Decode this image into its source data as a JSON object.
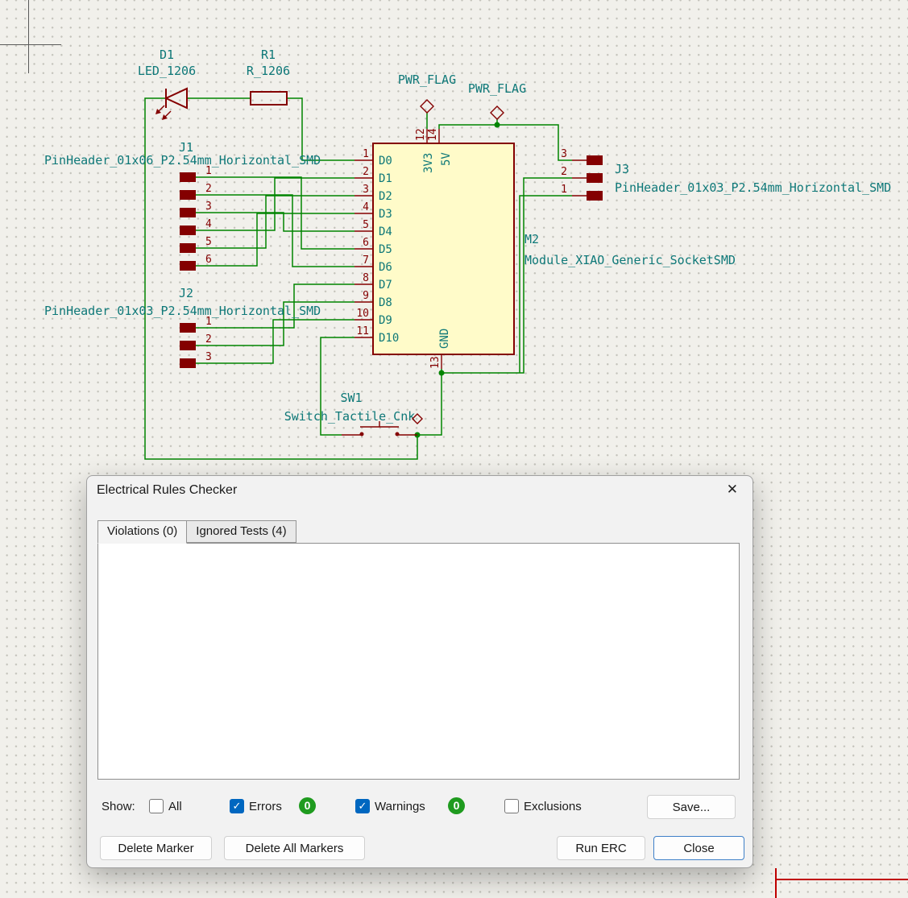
{
  "schematic": {
    "d1": {
      "ref": "D1",
      "value": "LED_1206"
    },
    "r1": {
      "ref": "R1",
      "value": "R_1206"
    },
    "pwr_flags": [
      "PWR_FLAG",
      "PWR_FLAG"
    ],
    "j1": {
      "ref": "J1",
      "value": "PinHeader_01x06_P2.54mm_Horizontal_SMD",
      "pins": [
        "1",
        "2",
        "3",
        "4",
        "5",
        "6"
      ]
    },
    "j2": {
      "ref": "J2",
      "value": "PinHeader_01x03_P2.54mm_Horizontal_SMD",
      "pins": [
        "1",
        "2",
        "3"
      ]
    },
    "j3": {
      "ref": "J3",
      "value": "PinHeader_01x03_P2.54mm_Horizontal_SMD",
      "pins": [
        "3",
        "2",
        "1"
      ]
    },
    "m2": {
      "ref": "M2",
      "value": "Module_XIAO_Generic_SocketSMD",
      "left_pin_numbers": [
        "1",
        "2",
        "3",
        "4",
        "5",
        "6",
        "7",
        "8",
        "9",
        "10",
        "11"
      ],
      "left_pin_names": [
        "D0",
        "D1",
        "D2",
        "D3",
        "D4",
        "D5",
        "D6",
        "D7",
        "D8",
        "D9",
        "D10"
      ],
      "top_pin_numbers": [
        "12",
        "14"
      ],
      "top_pin_names": [
        "3V3",
        "5V"
      ],
      "bottom_pin_number": "13",
      "bottom_pin_name": "GND"
    },
    "sw1": {
      "ref": "SW1",
      "value": "Switch_Tactile_Cnk"
    }
  },
  "dialog": {
    "title": "Electrical Rules Checker",
    "close_icon": "✕",
    "tabs": [
      {
        "label": "Violations (0)",
        "active": true
      },
      {
        "label": "Ignored Tests (4)",
        "active": false
      }
    ],
    "show_label": "Show:",
    "filters": [
      {
        "label": "All",
        "checked": false
      },
      {
        "label": "Errors",
        "checked": true,
        "badge": "0"
      },
      {
        "label": "Warnings",
        "checked": true,
        "badge": "0"
      },
      {
        "label": "Exclusions",
        "checked": false
      }
    ],
    "buttons": {
      "save": "Save...",
      "delete_marker": "Delete Marker",
      "delete_all_markers": "Delete All Markers",
      "run_erc": "Run ERC",
      "close": "Close"
    }
  },
  "colors": {
    "wire_green": "#008400",
    "symbol_maroon": "#840000",
    "label_teal": "#0e7878",
    "body_fill_yellow": "#fffbc9",
    "accent_blue": "#0067c0",
    "badge_green": "#1f9b1f",
    "sheet_border_red": "#c00000"
  }
}
